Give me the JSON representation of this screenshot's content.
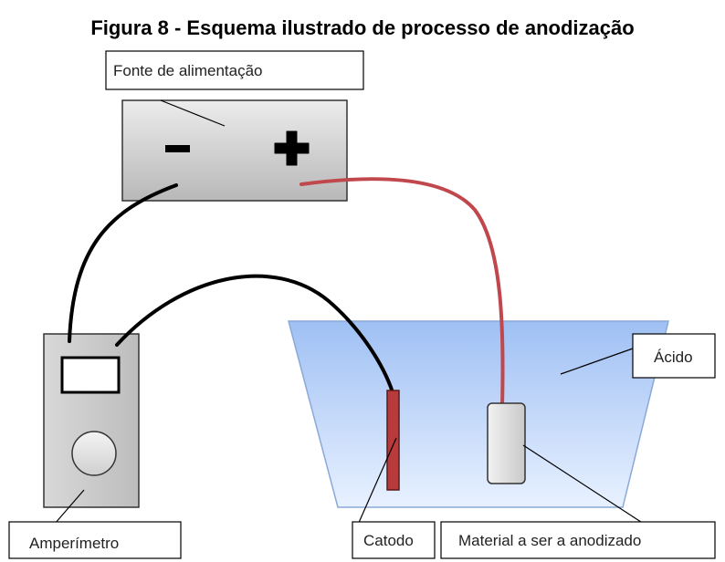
{
  "title": "Figura 8 - Esquema ilustrado de processo de anodização",
  "labels": {
    "power_source": "Fonte de alimentação",
    "ammeter": "Amperímetro",
    "cathode": "Catodo",
    "anode_material": "Material a ser a anodizado",
    "acid": "Ácido"
  },
  "colors": {
    "red_wire": "#c0474b",
    "black_wire": "#000000",
    "acid_fill": "#a9c7f5",
    "cathode": "#b83a3a"
  }
}
